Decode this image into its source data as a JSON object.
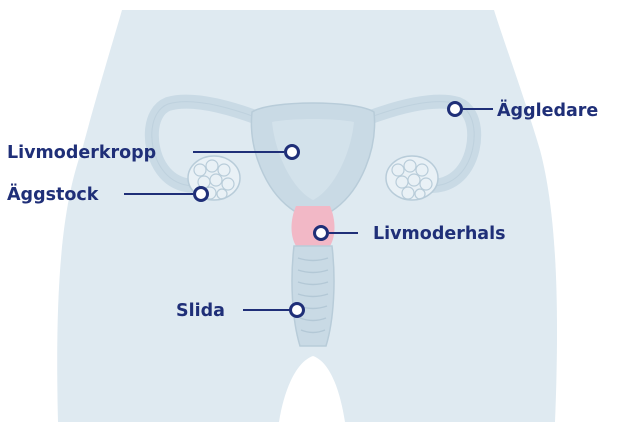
{
  "labels": {
    "fallopian_tube": "Äggledare",
    "uterus_body": "Livmoderkropp",
    "ovary": "Äggstock",
    "cervix": "Livmoderhals",
    "vagina": "Slida"
  },
  "colors": {
    "silhouette": "#dfeaf1",
    "organ": "#c9dae5",
    "organ_outline": "#b8ccd9",
    "cervix": "#f2b8c6",
    "label_text": "#1f2f78",
    "marker": "#1f2f78"
  }
}
